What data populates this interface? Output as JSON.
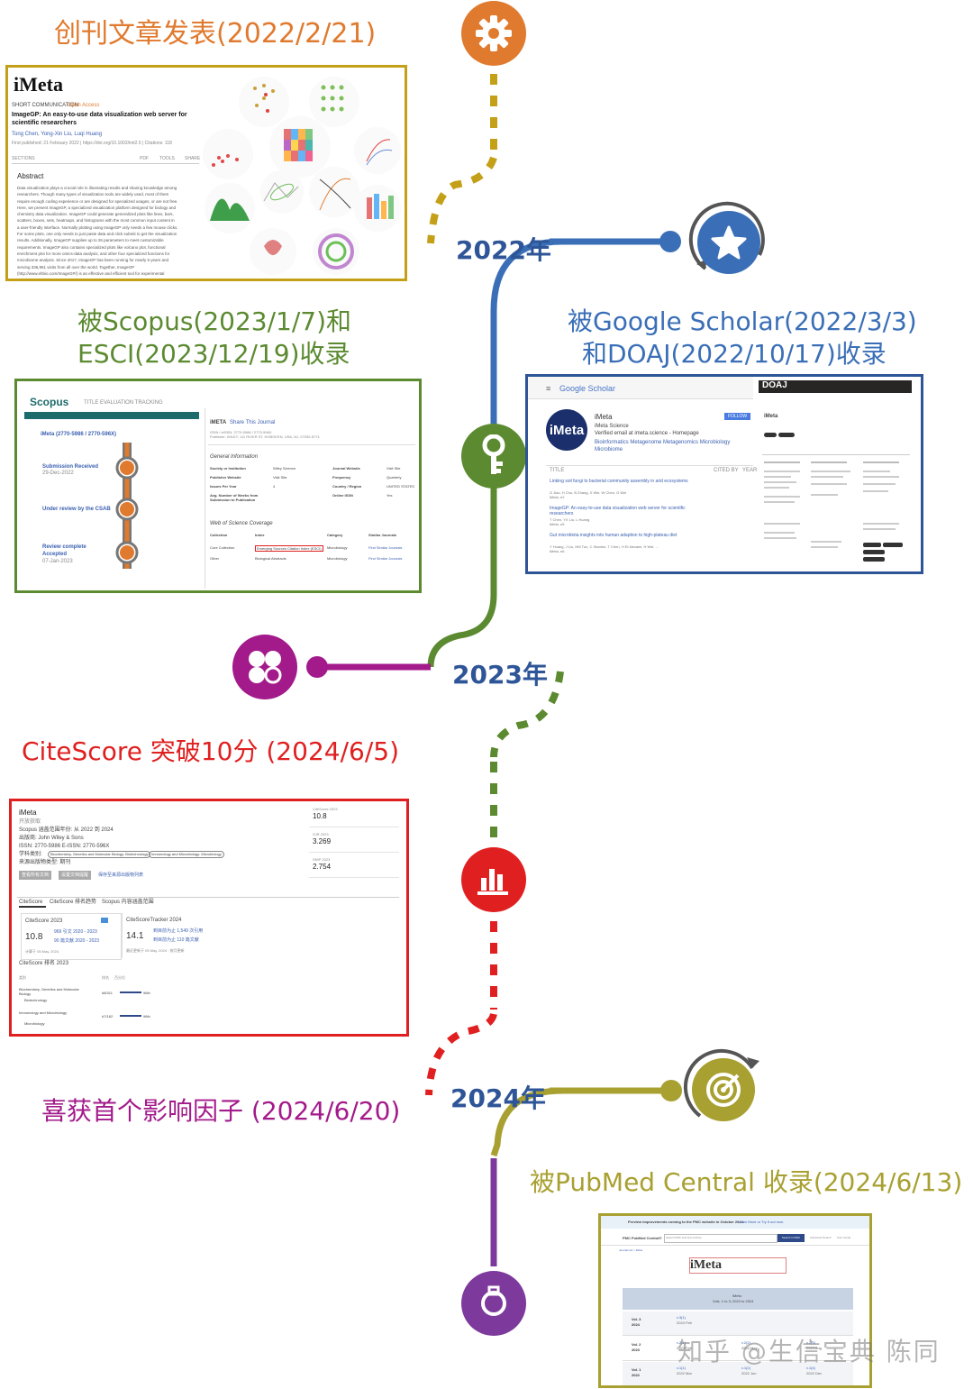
{
  "colors": {
    "orange": "#e07a2e",
    "gold": "#c4a018",
    "blue": "#3a6fb7",
    "green": "#5b8a30",
    "magenta": "#a31a8b",
    "red": "#e02020",
    "olive": "#a8a030",
    "purple": "#7d3a9c",
    "yearText": "#2e5597"
  },
  "years": [
    "2022年",
    "2023年",
    "2024年"
  ],
  "milestones": [
    {
      "text": "创刊文章发表(2022/2/21)",
      "color": "#e07a2e",
      "icon": "gear-icon"
    },
    {
      "text": "被Google Scholar(2022/3/3)",
      "text2": "和DOAJ(2022/10/17)收录",
      "color": "#3a6fb7",
      "icon": "star-icon"
    },
    {
      "text": "被Scopus(2023/1/7)和",
      "text2": "ESCI(2023/12/19)收录",
      "color": "#5b8a30",
      "icon": "key-icon"
    },
    {
      "text": "CiteScore 突破10分 (2024/6/5)",
      "color": "#e02020",
      "icon": "flower-icon"
    },
    {
      "text": "喜获首个影响因子 (2024/6/20)",
      "color": "#a31a8b",
      "icon": "bar-chart-icon"
    },
    {
      "text": "被PubMed Central 收录(2024/6/13)",
      "color": "#a8a030",
      "icon": "target-icon"
    }
  ],
  "card_imeta": {
    "logo": "iMeta",
    "kicker": "SHORT COMMUNICATION",
    "open_access": "Open Access",
    "title": "ImageGP: An easy-to-use data visualization web server for scientific researchers",
    "authors": "Tong Chen, Yong-Xin Liu, Luqi Huang",
    "meta": "First published: 21 February 2022 | https://doi.org/10.1002/imt2.5 | Citations: 118",
    "toolbar": [
      "SECTIONS",
      "PDF",
      "TOOLS",
      "SHARE"
    ],
    "abstract_title": "Abstract",
    "abstract_lines": [
      "Data visualization plays a crucial role in illustrating results and sharing knowledge among",
      "researchers. Though many types of visualization tools are widely used, most of them",
      "require enough coding experience or are designed for specialized usages, or are not free.",
      "Here, we present ImageGP, a specialized visualization platform designed for biology and",
      "chemistry data visualization. ImageGP could generate generalized plots like lines, bars,",
      "scatters, boxes, sets, heatmaps, and histograms with the most common input content in",
      "a user-friendly interface. Normally plotting using ImageGP only needs a few mouse clicks.",
      "For some plots, one only needs to just paste data and click submit to get the visualization",
      "results. Additionally, ImageGP supplies up to 26 parameters to meet customizable",
      "requirements. ImageGP also contains specialized plots like volcano plot, functional",
      "enrichment plot for more omics-data analysis, and other four specialized functions for",
      "microbiome analysis. Since 2017, ImageGP has been running for nearly 5 years and",
      "serving 336,951 visits from all over the world. Together, ImageGP",
      "(http://www.ehbio.com/ImageGP/) is an effective and efficient tool for experimental"
    ]
  },
  "card_scopus": {
    "logo": "Scopus",
    "header": "TITLE EVALUATION TRACKING",
    "issn": "iMeta (2770-5986 / 2770-596X)",
    "steps": [
      {
        "label": "Submission Received",
        "date": "29-Dec-2022"
      },
      {
        "label": "Under review by the CSAB",
        "date": ""
      },
      {
        "label": "Review complete Accepted",
        "date": "07-Jan-2023"
      }
    ],
    "wos_title": "iMETA",
    "wos_link": "Share This Journal",
    "wos_issn": "ISSN / eISSN: 2770-5986 / 2770-596X",
    "wos_publisher": "Publisher: WILEY, 111 RIVER ST, HOBOKEN, USA, NJ, 07030-5774",
    "general_info": "General Information",
    "fields_left": [
      "Society or Institution",
      "Publisher Website",
      "Issues Per Year",
      "Avg. Number of Weeks from Submission to Publication"
    ],
    "values_left": [
      "Wiley Science",
      "Visit Site",
      "4",
      ""
    ],
    "fields_right": [
      "Journal Website",
      "Frequency",
      "Country / Region",
      "Online ISSN"
    ],
    "values_right": [
      "Visit Site",
      "Quarterly",
      "UNITED STATES",
      "Yes"
    ],
    "coverage_title": "Web of Science Coverage",
    "cov_headers": [
      "Collection",
      "Index",
      "Category",
      "Similar Journals"
    ],
    "cov_rows": [
      [
        "Core Collection",
        "Emerging Sources Citation Index (ESCI)",
        "Microbiology",
        "Find Similar Journals"
      ],
      [
        "Other",
        "Biological Abstracts",
        "Microbiology",
        "Find Similar Journals"
      ]
    ]
  },
  "card_gs": {
    "gs_logo": "Google Scholar",
    "name": "iMeta",
    "affil": "iMeta Science",
    "email": "Verified email at imeta.science - Homepage",
    "tags": "Bioinformatics  Metagenome  Metagenomics  Microbiology  Microbiome",
    "follow": "FOLLOW",
    "col_title": "TITLE",
    "col_cited": "CITED BY",
    "col_year": "YEAR",
    "papers": [
      {
        "t": "Linking soil fungi to bacterial community assembly in arid ecosystems",
        "a": "G Jiao, H Chu, B Zhang, X Wei, W Chen, G Wei",
        "j": "iMeta, e2"
      },
      {
        "t": "ImageGP: An easy-to-use data visualization web server for scientific researchers",
        "a": "T Chen, YX Liu, L Huang",
        "j": "iMeta, e5"
      },
      {
        "t": "Gut microbiota insights into human adaption to high-plateau diet",
        "a": "Y Huang, J Liu, HM Tun, C Stanton, T Chen, H El-Nezami, H Wei, ...",
        "j": "iMeta, e6"
      }
    ],
    "doaj_logo": "DOAJ",
    "doaj_name": "iMeta"
  },
  "card_citescore": {
    "title": "iMeta",
    "oa": "开放获取",
    "scope": "Scopus 涵盖范围年份:  从 2022 到 2024",
    "publisher": "出版商:   John Wiley & Sons",
    "issn": "ISSN:   2770-5986   E-ISSN:   2770-596X",
    "subject": "学科类别:",
    "subject_tags": [
      "Biochemistry, Genetics and Molecular Biology: Biotechnology",
      "Immunology and Microbiology: Microbiology"
    ],
    "source_type": "来源出版物类型:   期刊",
    "btn1": "查看所有文档",
    "btn2": "设置文档提醒",
    "btn3": "保存至来源出版物列表",
    "metrics": [
      {
        "label": "CiteScore 2023",
        "value": "10.8"
      },
      {
        "label": "SJR 2023",
        "value": "3.269"
      },
      {
        "label": "SNIP 2023",
        "value": "2.754"
      }
    ],
    "tabs": [
      "CiteScore",
      "CiteScore 排名趋势",
      "Scopus 内容涵盖范围"
    ],
    "cs_label": "CiteScore 2023",
    "cs_value": "10.8",
    "cs_line1": "969 引文 2020 - 2023",
    "cs_line2": "90 篇文献 2020 - 2023",
    "cs_date": "计算于 05 May, 2024",
    "tracker_label": "CiteScoreTracker 2024",
    "tracker_value": "14.1",
    "tracker_line1": "到目前为止 1,549 次引用",
    "tracker_line2": "到目前为止 110 篇文献",
    "tracker_date": "最近更新于 05 May, 2024 · 按月更新",
    "rank_title": "CiteScore 排名 2023",
    "rank_headers": [
      "类别",
      "排名",
      "百分位"
    ],
    "ranks": [
      {
        "cat": "Biochemistry, Genetics and Molecular Biology",
        "sub": "Biotechnology",
        "rank": "#8/311",
        "pct": "96th"
      },
      {
        "cat": "Immunology and Microbiology",
        "sub": "Microbiology",
        "rank": "#7/162",
        "pct": "96th"
      }
    ]
  },
  "card_pmc": {
    "banner": "Preview improvements coming to the PMC website in October 2024.",
    "banner_link": "Learn More or Try it out now.",
    "logo": "PMC PubMed Central®",
    "search_placeholder": "Search PMC Full-Text Archive",
    "search_btn": "Search in PMC",
    "adv": "Advanced Search",
    "guide": "User Guide",
    "crumb": "Journal List > iMeta",
    "journal": "iMeta",
    "vol_head": "iMeta",
    "vol_sub": "Vols. 1 to 3; 2022 to 2024",
    "vols": [
      {
        "v": "Vol. 3",
        "y": "2024",
        "issues": [
          "v.3(1)",
          "2024 Feb"
        ]
      },
      {
        "v": "Vol. 2",
        "y": "2023",
        "issues": [
          "v.2(1)",
          "2023 Feb",
          "v.2(2)",
          "2023 May",
          "v.2(3)",
          "2023 Aug"
        ]
      },
      {
        "v": "Vol. 1",
        "y": "2022",
        "issues": [
          "v.1(1)",
          "2022 Mar",
          "v.1(2)",
          "2022 Jun",
          "v.1(4)",
          "2022 Dec"
        ]
      }
    ]
  },
  "watermark": "知乎 @生信宝典 陈同"
}
